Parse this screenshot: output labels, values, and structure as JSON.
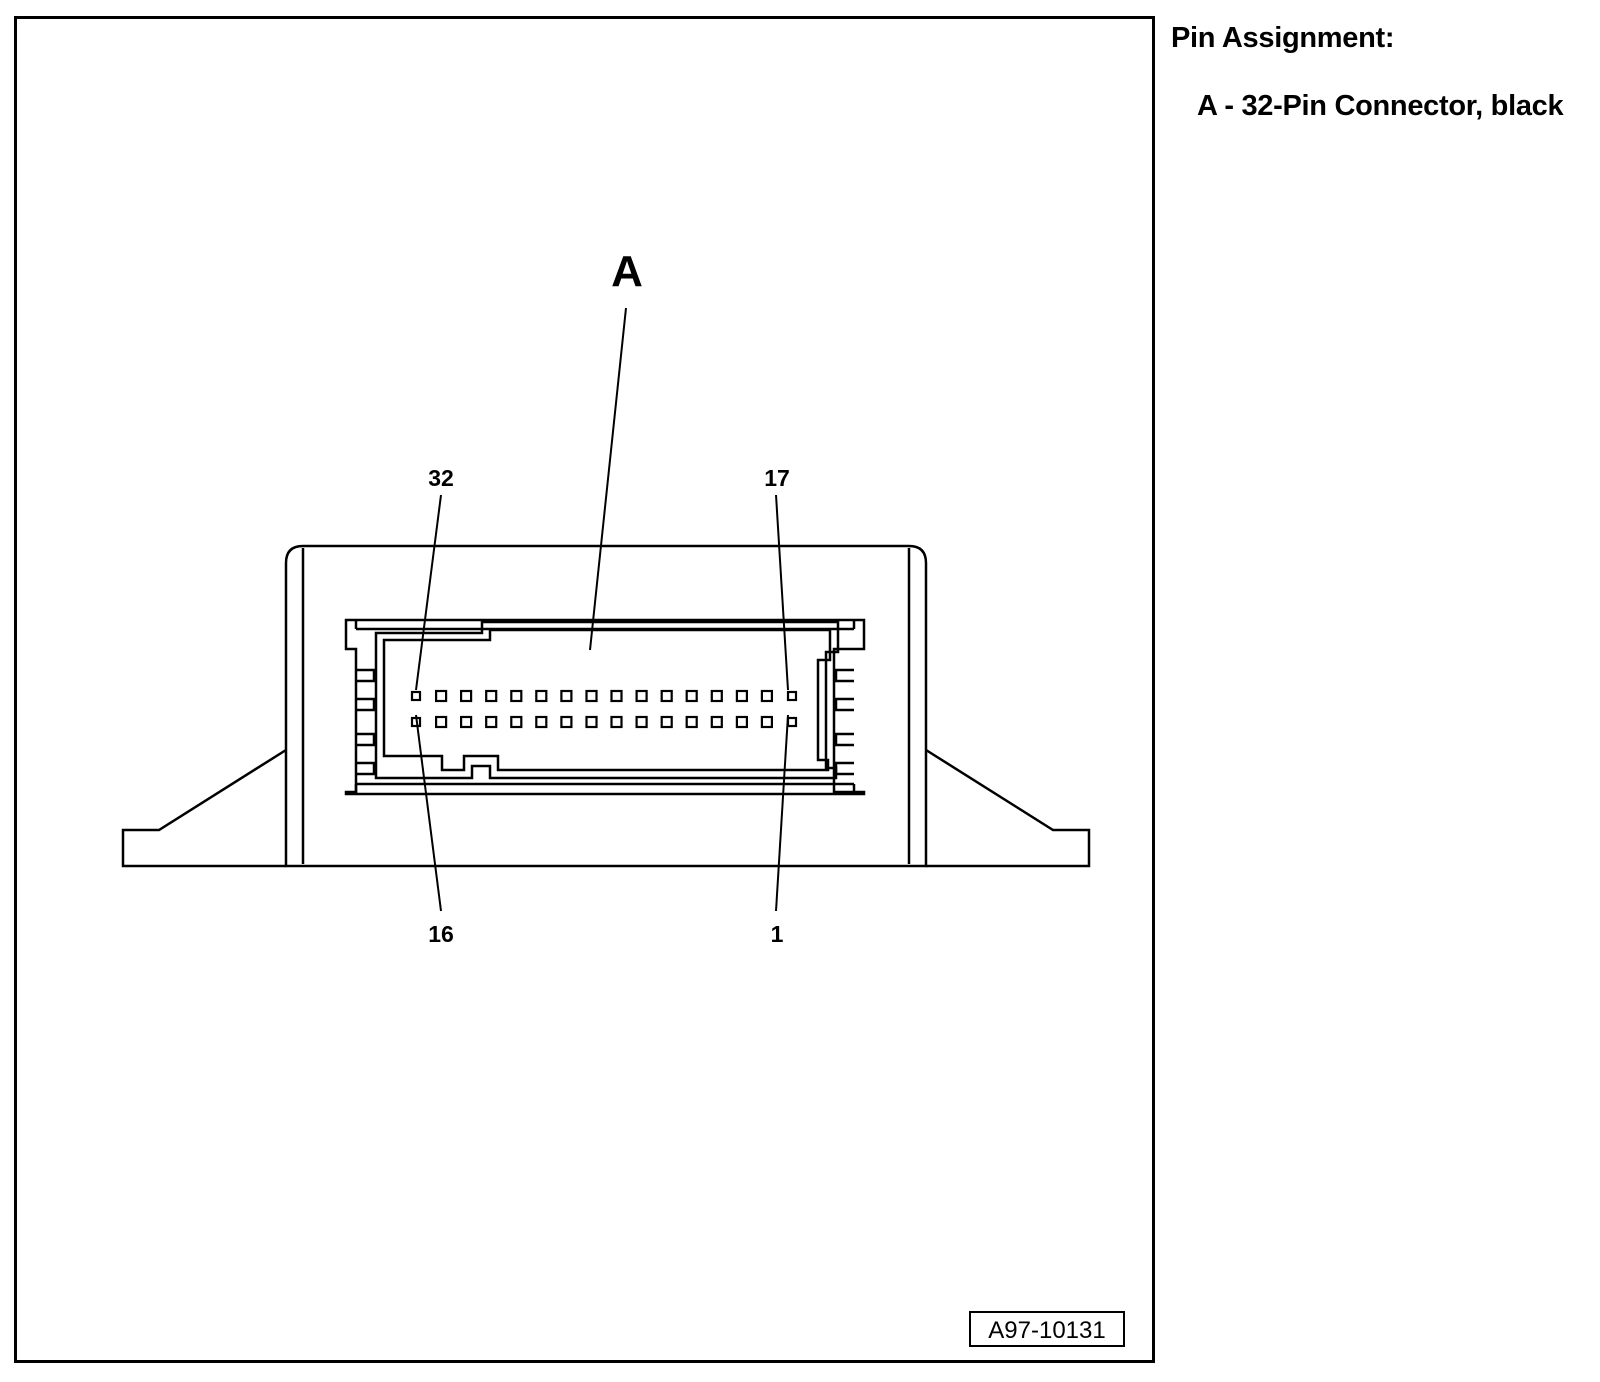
{
  "legend": {
    "heading": "Pin Assignment:",
    "items": [
      {
        "letter": "A",
        "separator": " - ",
        "description": "32-Pin Connector, black"
      }
    ]
  },
  "diagram": {
    "callout_letter": "A",
    "pin_labels": {
      "top_left": "32",
      "top_right": "17",
      "bottom_left": "16",
      "bottom_right": "1"
    },
    "pin_rows": 2,
    "pins_per_row": 16,
    "reference_code": "A97-10131"
  },
  "colors": {
    "line": "#000000",
    "background": "#ffffff"
  }
}
